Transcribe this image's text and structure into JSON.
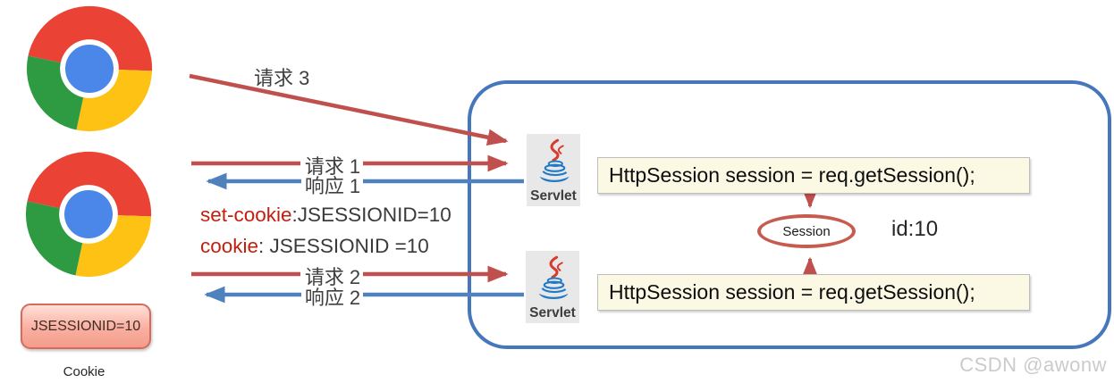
{
  "colors": {
    "server_box_border": "#4677BC",
    "request_arrow": "#C0504D",
    "response_arrow": "#4F81BD",
    "code_box_bg": "#FBF8E3",
    "session_border": "#C75B50",
    "cookie_box_bg": "#F9AF9F",
    "highlight_red": "#C31E0E"
  },
  "client": {
    "cookie_value": "JSESSIONID=10",
    "cookie_label": "Cookie"
  },
  "flows": {
    "request3": "请求 3",
    "request1": "请求 1",
    "response1": "响应 1",
    "request2": "请求 2",
    "response2": "响应 2",
    "set_cookie_key": "set-cookie",
    "set_cookie_rest": ":JSESSIONID=10",
    "cookie_key": "cookie",
    "cookie_rest": ": JSESSIONID =10"
  },
  "server": {
    "servlet1_label": "Servlet",
    "servlet2_label": "Servlet",
    "code_line1": "HttpSession session = req.getSession();",
    "code_line2": "HttpSession session = req.getSession();",
    "session_label": "Session",
    "session_id": "id:10"
  },
  "watermark": "CSDN @awonw"
}
